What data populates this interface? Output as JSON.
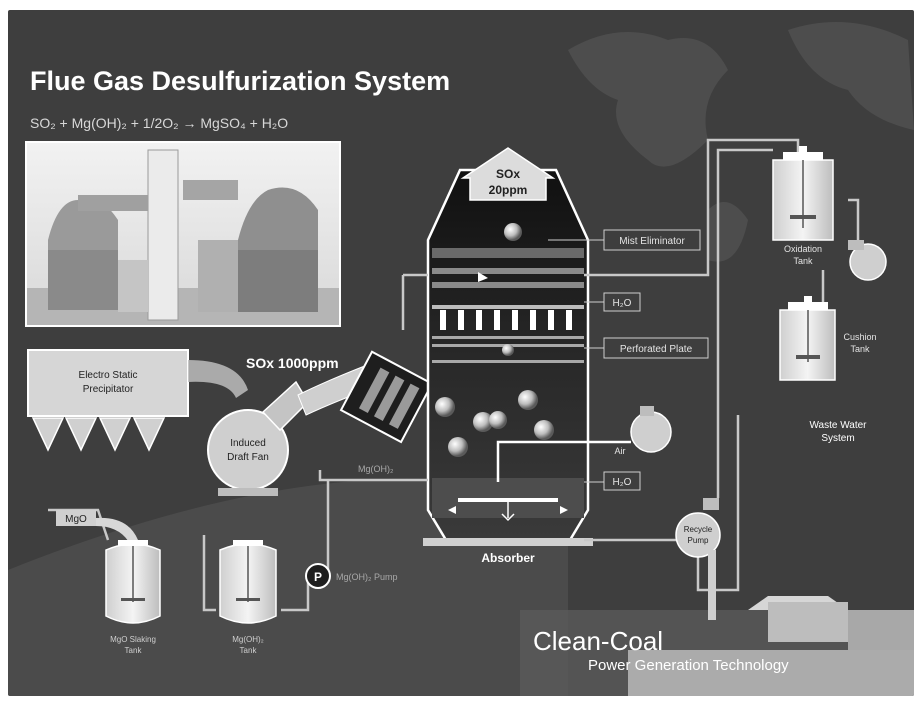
{
  "header": {
    "title": "Flue Gas Desulfurization System",
    "equation": "SO₂ + Mg(OH)₂ + 1/2O₂ → MgSO₄ + H₂O"
  },
  "absorber": {
    "outlet_line1": "SOx",
    "outlet_line2": "20ppm",
    "inlet": "SOx 1000ppm",
    "label": "Absorber",
    "mist_eliminator": "Mist Eliminator",
    "h2o_top": "H₂O",
    "perforated_plate": "Perforated Plate",
    "h2o_bottom": "H₂O",
    "air": "Air",
    "mgoh2_feed": "Mg(OH)₂"
  },
  "precipitator": {
    "line1": "Electro Static",
    "line2": "Precipitator"
  },
  "fan": {
    "line1": "Induced",
    "line2": "Draft Fan"
  },
  "tanks": {
    "mgo_input": "MgO",
    "mgo_slaking_line1": "MgO Slaking",
    "mgo_slaking_line2": "Tank",
    "mgoh2_line1": "Mg(OH)₂",
    "mgoh2_line2": "Tank",
    "pump_symbol": "P",
    "mgoh2_pump": "Mg(OH)₂ Pump",
    "recycle_line1": "Recycle",
    "recycle_line2": "Pump",
    "oxidation_line1": "Oxidation",
    "oxidation_line2": "Tank",
    "cushion_line1": "Cushion",
    "cushion_line2": "Tank",
    "wastewater_line1": "Waste Water",
    "wastewater_line2": "System"
  },
  "branding": {
    "line1": "Clean-Coal",
    "line2": "Power Generation Technology"
  },
  "colors": {
    "background": "#3e3e3e",
    "pipe": "#c8c8c8",
    "highlight": "#ffffff",
    "vessel_dark": "#1a1a1a"
  }
}
